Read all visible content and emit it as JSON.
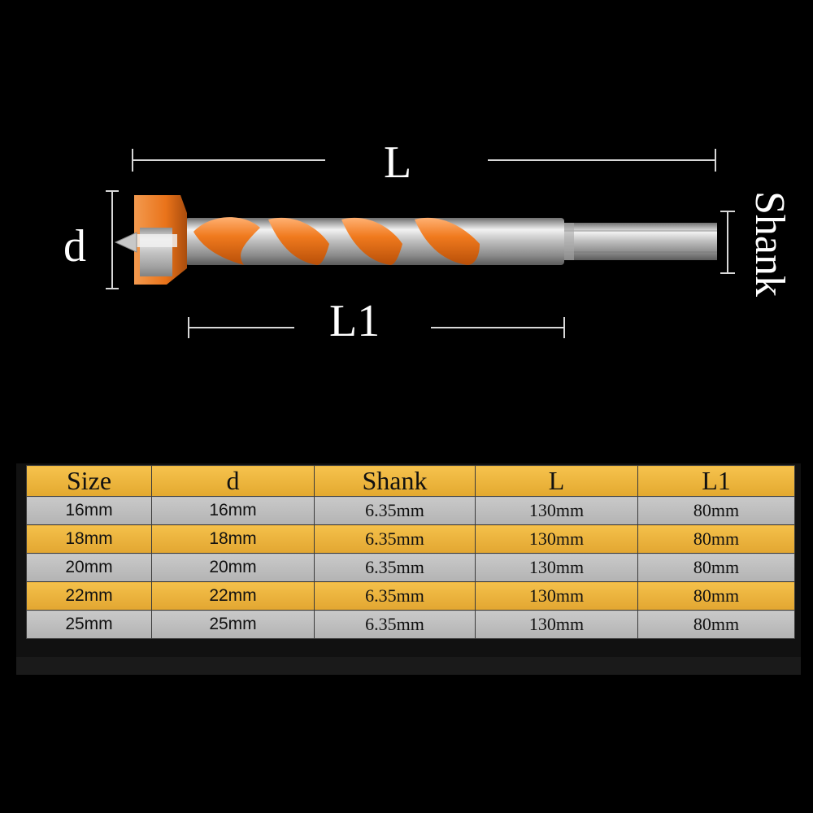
{
  "dimension_labels": {
    "overall_length": "L",
    "diameter": "d",
    "flute_length": "L1",
    "shank": "Shank"
  },
  "colors": {
    "background": "#000000",
    "drill_orange": "#f07a1e",
    "table_gold": "#f2bd45",
    "table_gray": "#c2c2c2"
  },
  "table": {
    "headers": [
      "Size",
      "d",
      "Shank",
      "L",
      "L1"
    ],
    "rows": [
      [
        "16mm",
        "16mm",
        "6.35mm",
        "130mm",
        "80mm"
      ],
      [
        "18mm",
        "18mm",
        "6.35mm",
        "130mm",
        "80mm"
      ],
      [
        "20mm",
        "20mm",
        "6.35mm",
        "130mm",
        "80mm"
      ],
      [
        "22mm",
        "22mm",
        "6.35mm",
        "130mm",
        "80mm"
      ],
      [
        "25mm",
        "25mm",
        "6.35mm",
        "130mm",
        "80mm"
      ]
    ]
  }
}
